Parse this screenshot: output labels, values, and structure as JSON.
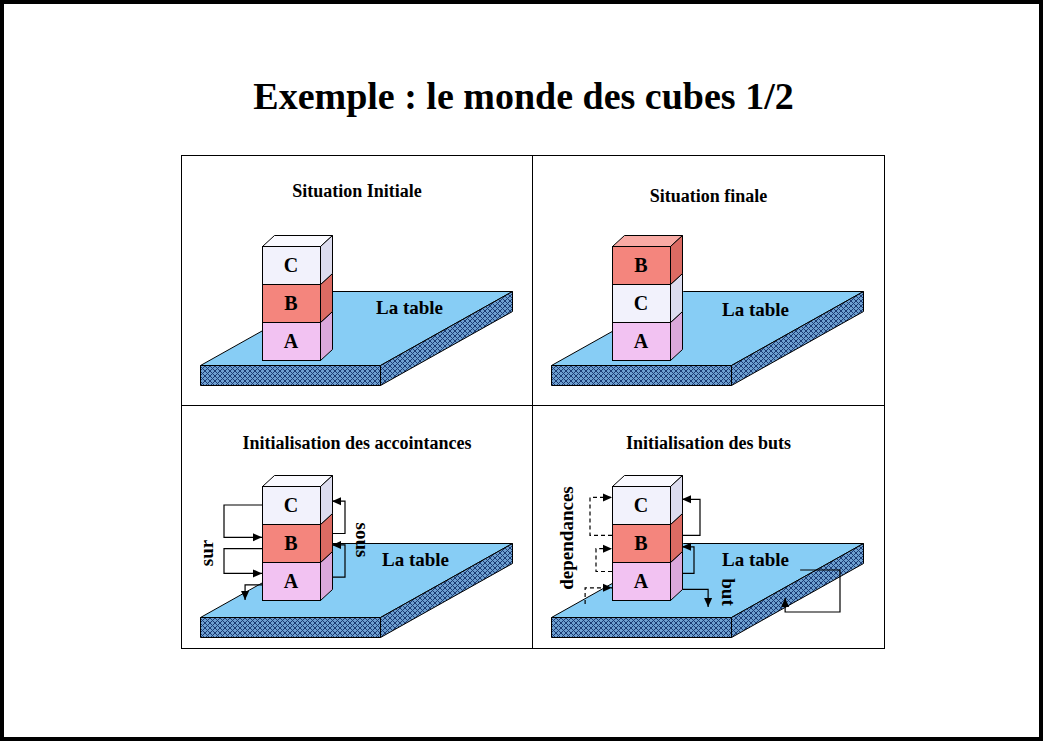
{
  "diagram": {
    "title": "Exemple : le monde des cubes 1/2",
    "nodes": [
      {
        "text": [
          "Situation Initiale"
        ]
      },
      {
        "text": [
          "C"
        ],
        "in": 0
      },
      {
        "text": [
          "B"
        ],
        "in": 0
      },
      {
        "text": [
          "A"
        ],
        "in": 0
      },
      {
        "text": [
          "La table"
        ],
        "in": 0
      },
      {
        "text": [
          "Situation finale"
        ]
      },
      {
        "text": [
          "B"
        ],
        "in": 5
      },
      {
        "text": [
          "C"
        ],
        "in": 5
      },
      {
        "text": [
          "A"
        ],
        "in": 5
      },
      {
        "text": [
          "La table"
        ],
        "in": 5
      },
      {
        "text": [
          "Initialisation des accointances"
        ]
      },
      {
        "text": [
          "C"
        ],
        "in": 10
      },
      {
        "text": [
          "B"
        ],
        "in": 10
      },
      {
        "text": [
          "A"
        ],
        "in": 10
      },
      {
        "text": [
          "La table"
        ],
        "in": 10
      },
      {
        "text": [
          "Initialisation des buts"
        ]
      },
      {
        "text": [
          "C"
        ],
        "in": 15
      },
      {
        "text": [
          "B"
        ],
        "in": 15
      },
      {
        "text": [
          "A"
        ],
        "in": 15
      },
      {
        "text": [
          "La table"
        ],
        "in": 15
      }
    ],
    "edges": [
      {
        "from": 11,
        "to": 12,
        "arrow": "to",
        "label": "sur"
      },
      {
        "from": 12,
        "to": 13,
        "arrow": "to"
      },
      {
        "from": 13,
        "to": 14,
        "arrow": "to"
      },
      {
        "from": 13,
        "to": 12,
        "arrow": "to",
        "label": "sous"
      },
      {
        "from": 12,
        "to": 11,
        "arrow": "to"
      },
      {
        "from": 17,
        "to": 16,
        "arrow": "to",
        "label": "dependances"
      },
      {
        "from": 18,
        "to": 17,
        "arrow": "to"
      },
      {
        "from": 19,
        "to": 18,
        "arrow": "to"
      },
      {
        "from": 17,
        "to": 16,
        "arrow": "to"
      },
      {
        "from": 18,
        "to": 17,
        "arrow": "to"
      },
      {
        "from": 18,
        "to": 19,
        "arrow": "to",
        "label": "but"
      },
      {
        "from": 19,
        "to": 19,
        "arrow": "to"
      }
    ]
  }
}
